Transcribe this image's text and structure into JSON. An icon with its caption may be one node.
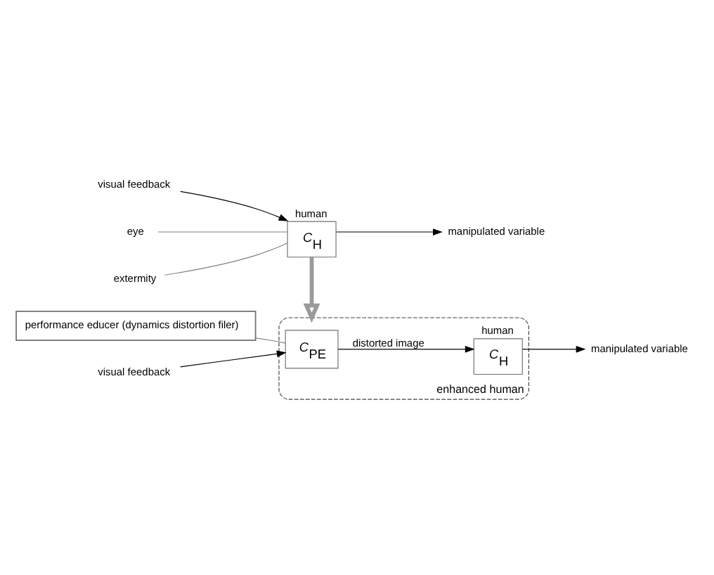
{
  "diagram": {
    "nodes": [
      {
        "text": [
          "visual feedback"
        ]
      },
      {
        "text": [
          "human",
          "*C*$_{H}$"
        ]
      },
      {
        "text": [
          "eye"
        ]
      },
      {
        "text": [
          "extermity"
        ]
      },
      {
        "text": [
          "manipulated variable"
        ]
      },
      {
        "text": [
          "enhanced human"
        ]
      },
      {
        "text": [
          "visual feedback"
        ]
      },
      {
        "text": [
          "*C*$_{PE}$"
        ],
        "in": 5
      },
      {
        "text": [
          "human",
          "*C*$_{H}$"
        ],
        "in": 5
      },
      {
        "text": [
          "manipulated variable"
        ]
      },
      {
        "text": [
          "performance educer (dynamics distortion filer)"
        ]
      }
    ],
    "edges": [
      {
        "from": 0,
        "to": 1,
        "arrow": "to"
      },
      {
        "from": 2,
        "to": 1,
        "arrow": "none",
        "color": "#808080"
      },
      {
        "from": 3,
        "to": 1,
        "arrow": "none",
        "color": "#808080"
      },
      {
        "from": 1,
        "to": 4,
        "arrow": "to"
      },
      {
        "from": 1,
        "to": 5,
        "arrow": "to",
        "style": "thick",
        "color": "#9a9a9a"
      },
      {
        "from": 6,
        "to": 7,
        "arrow": "to"
      },
      {
        "from": 7,
        "to": 8,
        "arrow": "to",
        "label": "distorted image"
      },
      {
        "from": 8,
        "to": 9,
        "arrow": "to"
      },
      {
        "from": 10,
        "to": 7,
        "arrow": "none",
        "color": "#808080"
      }
    ]
  }
}
